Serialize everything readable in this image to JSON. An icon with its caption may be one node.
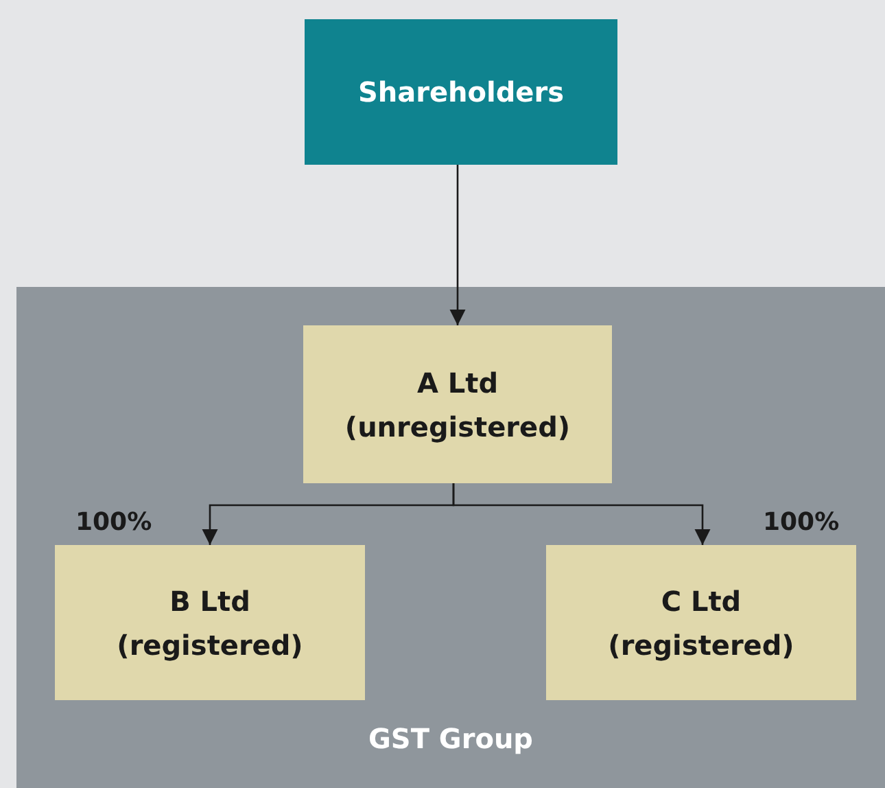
{
  "diagram": {
    "nodes": [
      {
        "text": [
          "Shareholders"
        ]
      },
      {
        "text": [
          "GST Group"
        ]
      },
      {
        "text": [
          "A Ltd",
          "(unregistered)"
        ],
        "in": 1
      },
      {
        "text": [
          "B Ltd",
          "(registered)"
        ],
        "in": 1
      },
      {
        "text": [
          "C Ltd",
          "(registered)"
        ],
        "in": 1
      }
    ],
    "edges": [
      {
        "from": 0,
        "to": 2,
        "arrow": "to"
      },
      {
        "from": 2,
        "to": 3,
        "arrow": "to",
        "label": "100%"
      },
      {
        "from": 2,
        "to": 4,
        "arrow": "to",
        "label": "100%"
      }
    ]
  }
}
